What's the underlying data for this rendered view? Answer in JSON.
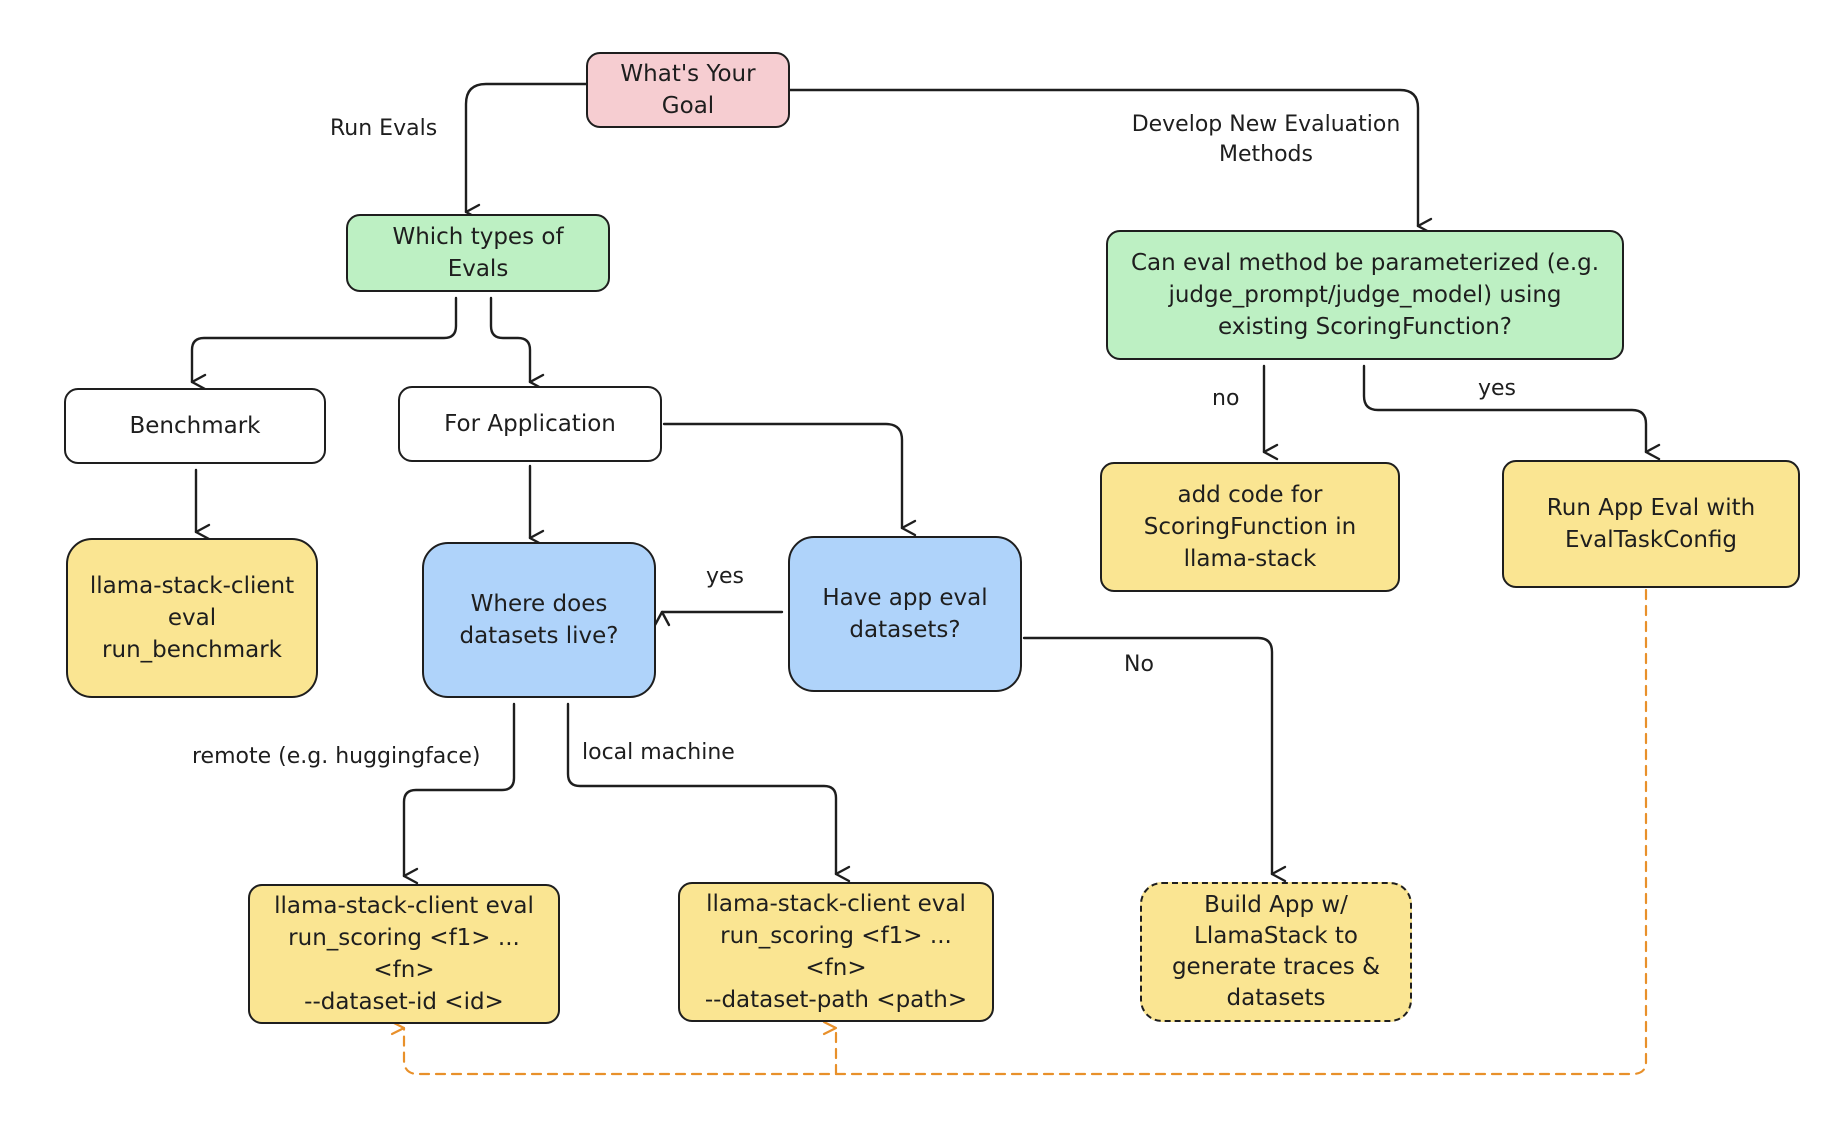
{
  "colors": {
    "stroke": "#1e1e1e",
    "pink": "#f6cdd1",
    "green": "#bdf0c3",
    "white": "#ffffff",
    "yellow": "#fae592",
    "blue": "#afd3fa",
    "dashed_arrow": "#e8902a"
  },
  "nodes": {
    "goal": "What's Your\nGoal",
    "types": "Which types of\nEvals",
    "benchmark": "Benchmark",
    "for_app": "For Application",
    "run_benchmark": "llama-stack-client\neval run_benchmark",
    "where_datasets": "Where does\ndatasets live?",
    "have_datasets": "Have app eval\ndatasets?",
    "param": "Can eval method be parameterized (e.g.\njudge_prompt/judge_model) using\nexisting ScoringFunction?",
    "add_code": "add code for\nScoringFunction in\nllama-stack",
    "run_app_eval": "Run App Eval with\nEvalTaskConfig",
    "scoring_id": "llama-stack-client eval\nrun_scoring <f1> ... <fn>\n--dataset-id <id>",
    "scoring_path": "llama-stack-client eval\nrun_scoring <f1> ... <fn>\n--dataset-path <path>",
    "build_app": "Build App w/\nLlamaStack to\ngenerate traces &\ndatasets"
  },
  "edge_labels": {
    "run_evals": "Run Evals",
    "develop": "Develop New Evaluation\nMethods",
    "no_param": "no",
    "yes_param": "yes",
    "yes_have": "yes",
    "no_have": "No",
    "remote": "remote (e.g. huggingface)",
    "local": "local machine"
  }
}
